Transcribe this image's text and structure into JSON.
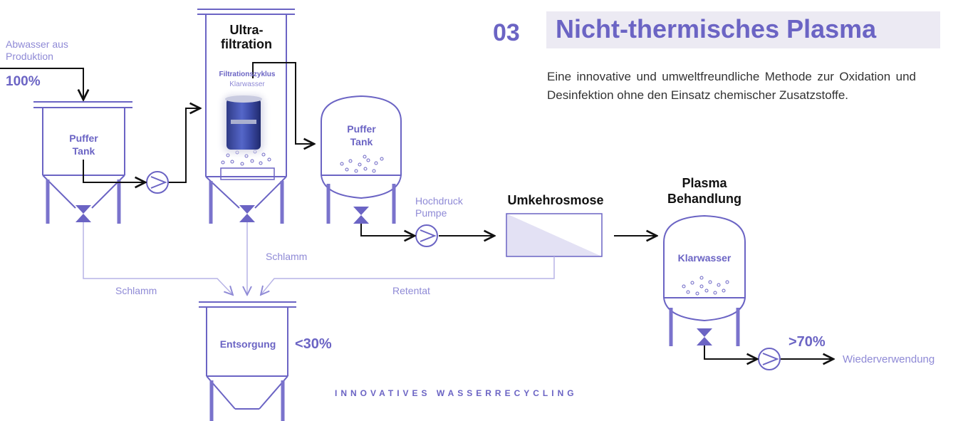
{
  "heading": {
    "number": "03",
    "title": "Nicht-thermisches Plasma"
  },
  "intro": "Eine innovative und umweltfreundliche Methode zur Oxidation und Desinfektion ohne den Einsatz chemischer Zusatzstoffe.",
  "source": {
    "line1": "Abwasser aus",
    "line2": "Produktion",
    "percent": "100%"
  },
  "tank1": {
    "line1": "Puffer",
    "line2": "Tank"
  },
  "ultrafiltration": {
    "title1": "Ultra-",
    "title2": "filtration",
    "cycle": "Filtrationszyklus",
    "clear": "Klarwasser"
  },
  "tank2": {
    "line1": "Puffer",
    "line2": "Tank"
  },
  "hp_pump": {
    "line1": "Hochdruck",
    "line2": "Pumpe"
  },
  "ro": {
    "title": "Umkehrosmose"
  },
  "plasma": {
    "title1": "Plasma",
    "title2": "Behandlung",
    "tank_label": "Klarwasser"
  },
  "flows": {
    "sludge1": "Schlamm",
    "sludge2": "Schlamm",
    "retentate": "Retentat"
  },
  "disposal": {
    "label": "Entsorgung",
    "percent": "<30%"
  },
  "reuse": {
    "percent": ">70%",
    "label": "Wiederverwendung"
  },
  "tagline": "INNOVATIVES WASSERRECYCLING",
  "colors": {
    "accent": "#6b64c4",
    "light": "#8f8ad6",
    "line": "#b7b3e6",
    "dark": "#111111"
  }
}
